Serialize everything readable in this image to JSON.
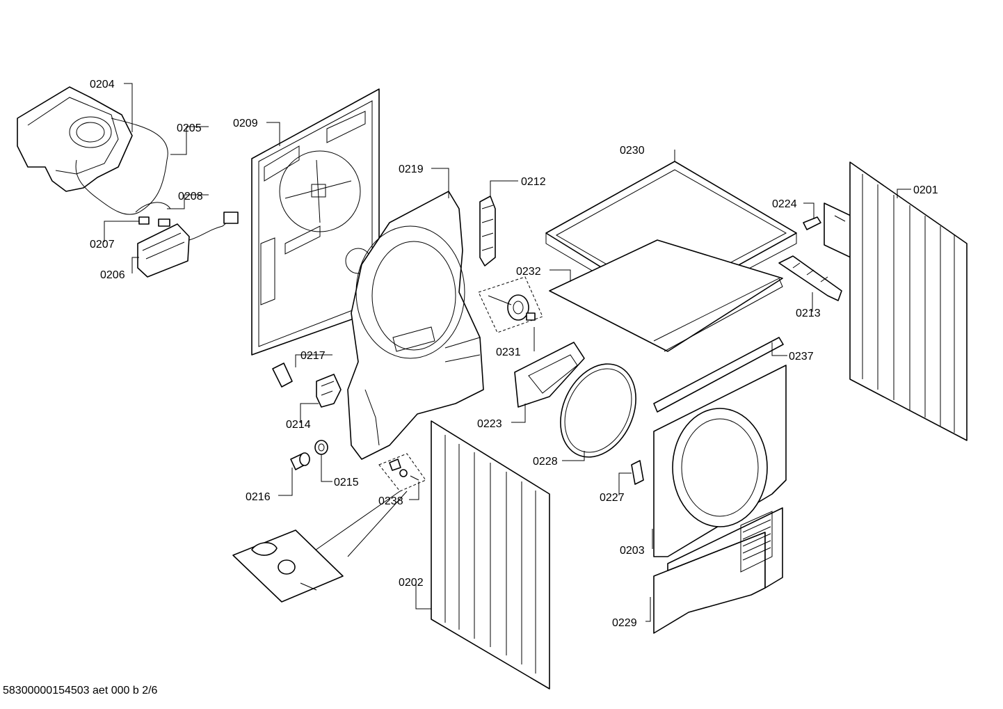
{
  "diagram": {
    "labels": {
      "p0201": "0201",
      "p0202": "0202",
      "p0203": "0203",
      "p0204": "0204",
      "p0205": "0205",
      "p0206": "0206",
      "p0207": "0207",
      "p0208": "0208",
      "p0209": "0209",
      "p0212": "0212",
      "p0213": "0213",
      "p0214": "0214",
      "p0215": "0215",
      "p0216": "0216",
      "p0217": "0217",
      "p0219": "0219",
      "p0223": "0223",
      "p0224": "0224",
      "p0227": "0227",
      "p0228": "0228",
      "p0229": "0229",
      "p0230": "0230",
      "p0231": "0231",
      "p0232": "0232",
      "p0237": "0237",
      "p0238": "0238"
    },
    "footer": "58300000154503 aet 000 b 2/6"
  }
}
